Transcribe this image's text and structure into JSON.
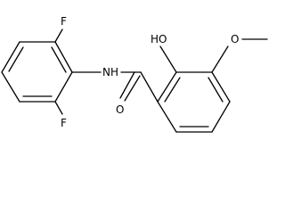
{
  "structure": {
    "atoms": {
      "f_top": "F",
      "f_bottom": "F",
      "nh": "NH",
      "hydroxyl": "HO",
      "methoxy_o": "O",
      "carbonyl_o": "O"
    },
    "colors": {
      "bond": "#000000",
      "label": "#000000",
      "background": "#ffffff"
    }
  }
}
